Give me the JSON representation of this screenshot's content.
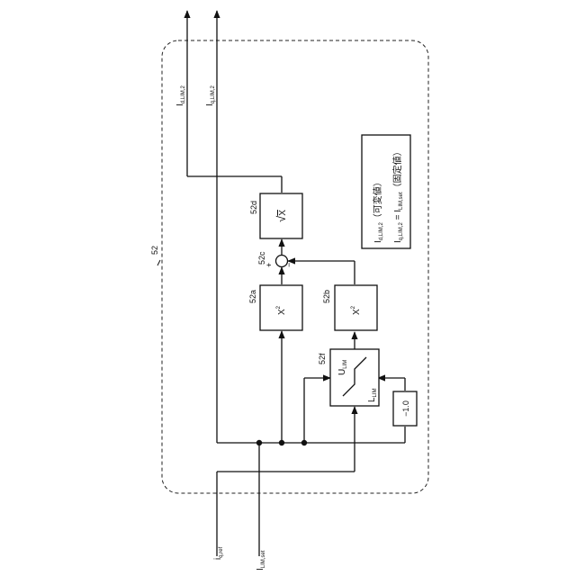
{
  "diagram": {
    "block_id": "52",
    "blocks": {
      "b52a": {
        "ref": "52a",
        "base": "X",
        "sup": "2"
      },
      "b52b": {
        "ref": "52b",
        "base": "X",
        "sup": "2"
      },
      "b52d": {
        "ref": "52d",
        "radical": "√",
        "base": "X"
      },
      "b52f": {
        "ref": "52f",
        "upper_base": "U",
        "upper_sub": "LIM",
        "lower_base": "L",
        "lower_sub": "LIM"
      },
      "neg": {
        "value": "−1.0"
      }
    },
    "summer": {
      "ref": "52c",
      "plus": "+",
      "minus": "−"
    },
    "inputs": {
      "iqref": {
        "base": "i",
        "sub": "q,ref"
      },
      "ilimset": {
        "base": "I",
        "sub": "LIM,set"
      }
    },
    "outputs": {
      "idlim2": {
        "base": "I",
        "sub": "d,LIM,2"
      },
      "iqlim2": {
        "base": "I",
        "sub": "q,LIM,2"
      }
    },
    "legend": {
      "line1": {
        "base": "I",
        "sub": "d,LIM,2",
        "rest": "（可変値）"
      },
      "line2": {
        "base": "I",
        "sub": "q,LIM,2",
        "eq": " = ",
        "base2": "I",
        "sub2": "LIM,set",
        "rest": "（固定値）"
      }
    }
  }
}
